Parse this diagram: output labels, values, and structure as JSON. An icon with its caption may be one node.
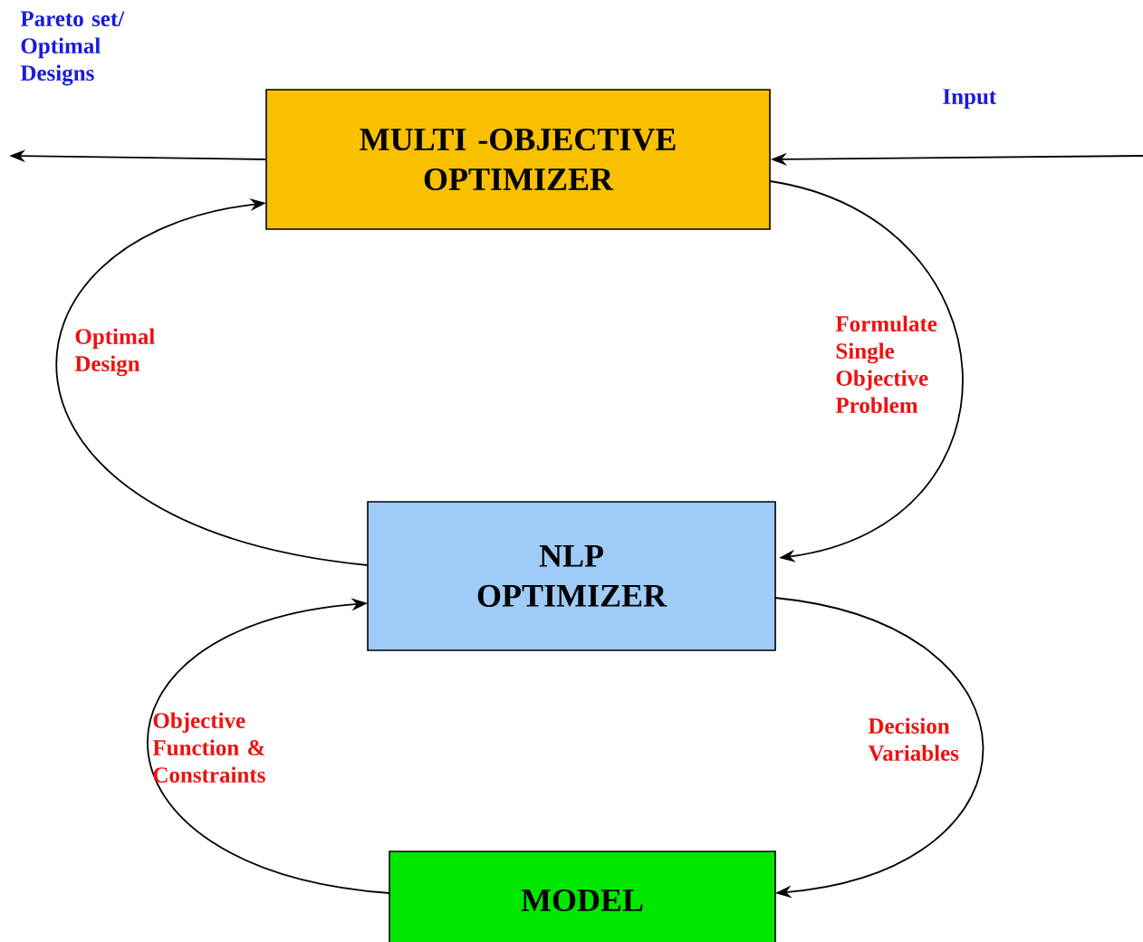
{
  "diagram": {
    "nodes": [
      {
        "text": [
          "MULTI -OBJECTIVE OPTIMIZER"
        ]
      },
      {
        "text": [
          "NLP OPTIMIZER"
        ]
      },
      {
        "text": [
          "MODEL"
        ]
      }
    ],
    "edges": [
      {
        "from": 0,
        "to": null,
        "arrow": "to",
        "label": "Pareto set/ Optimal Designs"
      },
      {
        "from": null,
        "to": 0,
        "arrow": "to",
        "label": "Input"
      },
      {
        "from": 0,
        "to": 1,
        "arrow": "to",
        "label": "Formulate Single Objective Problem"
      },
      {
        "from": 1,
        "to": 0,
        "arrow": "to",
        "label": "Optimal Design"
      },
      {
        "from": 1,
        "to": 2,
        "arrow": "to",
        "label": "Decision Variables"
      },
      {
        "from": 2,
        "to": 1,
        "arrow": "to",
        "label": "Objective Function & Constraints"
      }
    ]
  }
}
